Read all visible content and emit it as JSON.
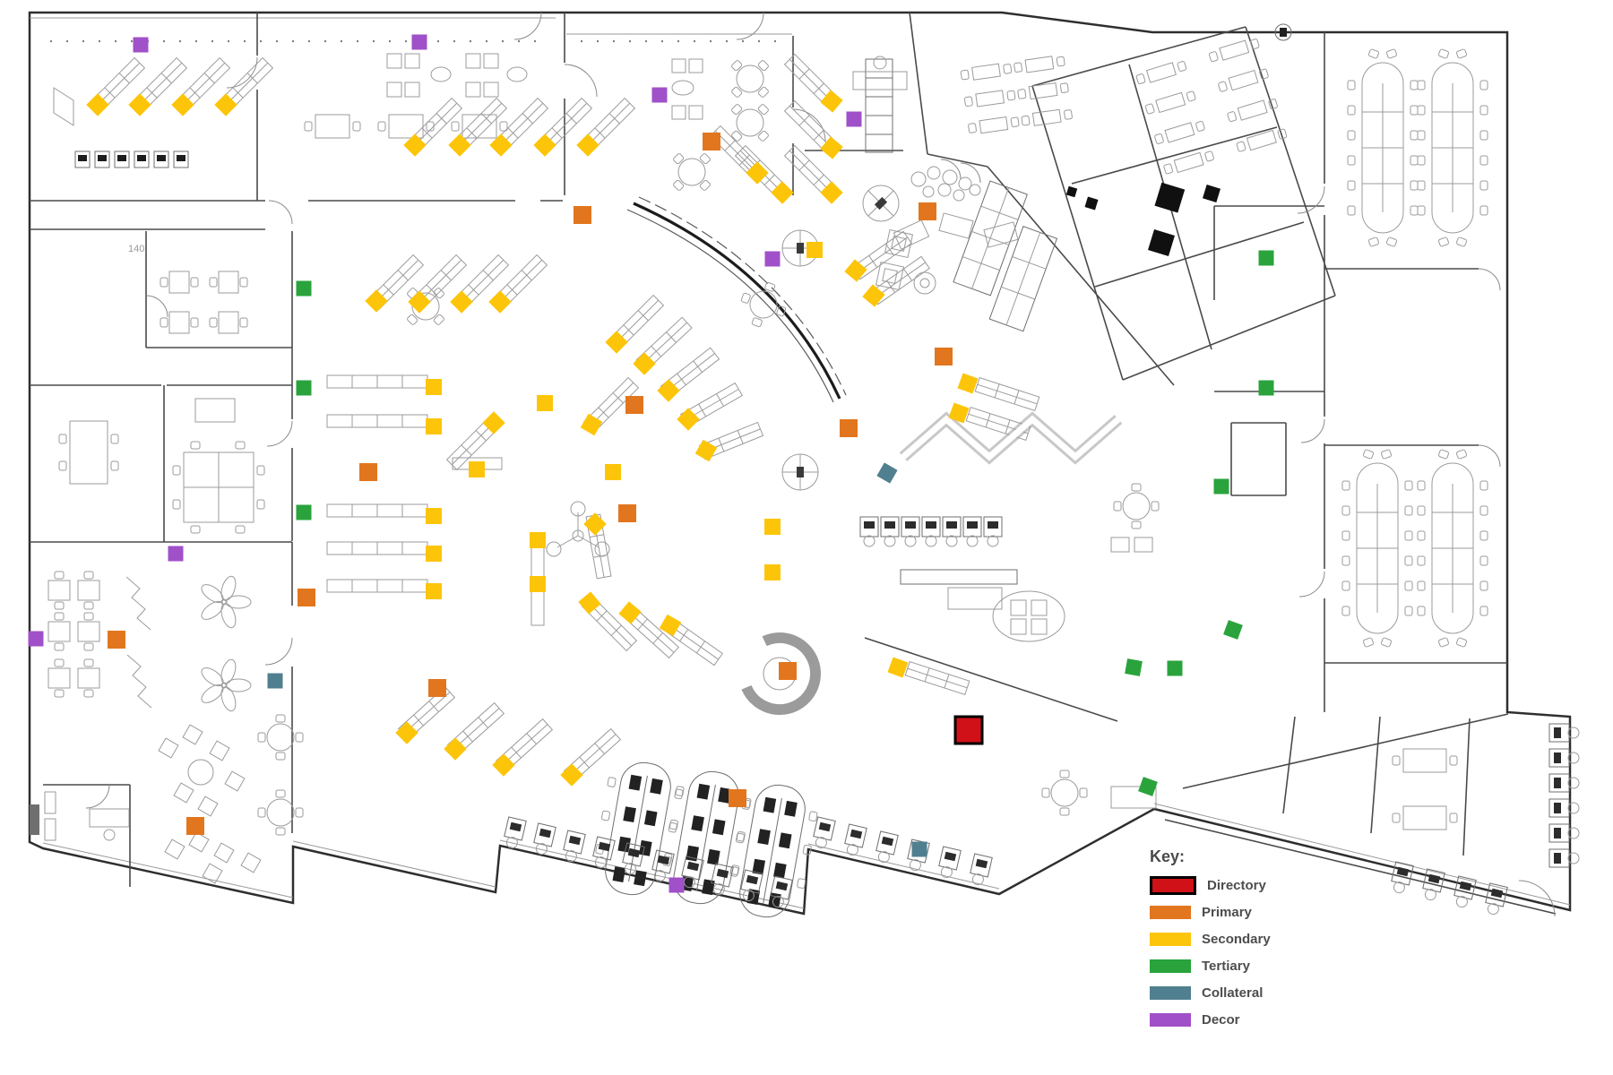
{
  "legend": {
    "title": "Key:",
    "entries": [
      {
        "id": "directory",
        "label": "Directory",
        "color": "#d01117",
        "border": "#000000"
      },
      {
        "id": "primary",
        "label": "Primary",
        "color": "#e2761e"
      },
      {
        "id": "secondary",
        "label": "Secondary",
        "color": "#fdc50a"
      },
      {
        "id": "tertiary",
        "label": "Tertiary",
        "color": "#2aa33c"
      },
      {
        "id": "collateral",
        "label": "Collateral",
        "color": "#50808f"
      },
      {
        "id": "decor",
        "label": "Decor",
        "color": "#a050c8"
      }
    ]
  },
  "room_label": {
    "text": "140"
  },
  "marker_styles": {
    "directory": {
      "color": "#d01117",
      "size": 30,
      "border": "#000000",
      "borderWidth": 3
    },
    "primary": {
      "color": "#e2761e",
      "size": 20
    },
    "secondary": {
      "color": "#fdc50a",
      "size": 18
    },
    "tertiary": {
      "color": "#2aa33c",
      "size": 17
    },
    "collateral": {
      "color": "#50808f",
      "size": 17
    },
    "decor": {
      "color": "#a050c8",
      "size": 17
    }
  },
  "markers": [
    [
      "decor",
      157,
      50,
      0
    ],
    [
      "decor",
      468,
      47,
      0
    ],
    [
      "decor",
      736,
      106,
      0
    ],
    [
      "decor",
      953,
      133,
      0
    ],
    [
      "decor",
      862,
      289,
      0
    ],
    [
      "decor",
      196,
      618,
      0
    ],
    [
      "decor",
      40,
      713,
      0
    ],
    [
      "decor",
      755,
      988,
      0
    ],
    [
      "primary",
      794,
      158,
      0
    ],
    [
      "primary",
      650,
      240,
      0
    ],
    [
      "primary",
      1035,
      236,
      0
    ],
    [
      "primary",
      1053,
      398,
      0
    ],
    [
      "primary",
      708,
      452,
      0
    ],
    [
      "primary",
      947,
      478,
      0
    ],
    [
      "primary",
      411,
      527,
      0
    ],
    [
      "primary",
      700,
      573,
      0
    ],
    [
      "primary",
      342,
      667,
      0
    ],
    [
      "primary",
      130,
      714,
      0
    ],
    [
      "primary",
      488,
      768,
      0
    ],
    [
      "primary",
      879,
      749,
      0
    ],
    [
      "primary",
      823,
      891,
      0
    ],
    [
      "primary",
      218,
      922,
      0
    ],
    [
      "secondary",
      909,
      279,
      0
    ],
    [
      "secondary",
      484,
      432,
      0
    ],
    [
      "secondary",
      484,
      476,
      0
    ],
    [
      "secondary",
      532,
      524,
      0
    ],
    [
      "secondary",
      484,
      576,
      0
    ],
    [
      "secondary",
      484,
      618,
      0
    ],
    [
      "secondary",
      484,
      660,
      0
    ],
    [
      "secondary",
      608,
      450,
      0
    ],
    [
      "secondary",
      684,
      527,
      0
    ],
    [
      "secondary",
      600,
      603,
      0
    ],
    [
      "secondary",
      600,
      652,
      0
    ],
    [
      "secondary",
      862,
      588,
      0
    ],
    [
      "secondary",
      862,
      639,
      0
    ],
    [
      "secondary",
      1080,
      428,
      20
    ],
    [
      "secondary",
      1070,
      461,
      20
    ],
    [
      "secondary",
      1002,
      745,
      20
    ],
    [
      "secondary",
      109,
      117,
      45
    ],
    [
      "secondary",
      156,
      117,
      45
    ],
    [
      "secondary",
      204,
      117,
      45
    ],
    [
      "secondary",
      252,
      117,
      45
    ],
    [
      "secondary",
      463,
      162,
      45
    ],
    [
      "secondary",
      513,
      162,
      45
    ],
    [
      "secondary",
      559,
      162,
      45
    ],
    [
      "secondary",
      608,
      162,
      45
    ],
    [
      "secondary",
      656,
      162,
      45
    ],
    [
      "secondary",
      420,
      336,
      45
    ],
    [
      "secondary",
      468,
      337,
      45
    ],
    [
      "secondary",
      515,
      337,
      45
    ],
    [
      "secondary",
      558,
      337,
      45
    ],
    [
      "secondary",
      928,
      113,
      40
    ],
    [
      "secondary",
      928,
      165,
      40
    ],
    [
      "secondary",
      845,
      193,
      45
    ],
    [
      "secondary",
      873,
      215,
      45
    ],
    [
      "secondary",
      928,
      215,
      45
    ],
    [
      "secondary",
      955,
      302,
      40
    ],
    [
      "secondary",
      975,
      330,
      40
    ],
    [
      "secondary",
      688,
      382,
      45
    ],
    [
      "secondary",
      719,
      406,
      45
    ],
    [
      "secondary",
      746,
      436,
      45
    ],
    [
      "secondary",
      768,
      468,
      45
    ],
    [
      "secondary",
      788,
      503,
      30
    ],
    [
      "secondary",
      660,
      474,
      30
    ],
    [
      "secondary",
      551,
      472,
      45
    ],
    [
      "secondary",
      664,
      585,
      45
    ],
    [
      "secondary",
      658,
      673,
      50
    ],
    [
      "secondary",
      703,
      684,
      40
    ],
    [
      "secondary",
      748,
      698,
      30
    ],
    [
      "secondary",
      454,
      818,
      45
    ],
    [
      "secondary",
      508,
      836,
      45
    ],
    [
      "secondary",
      562,
      854,
      45
    ],
    [
      "secondary",
      638,
      865,
      45
    ],
    [
      "tertiary",
      339,
      322,
      0
    ],
    [
      "tertiary",
      339,
      433,
      0
    ],
    [
      "tertiary",
      339,
      572,
      0
    ],
    [
      "tertiary",
      1413,
      288,
      0
    ],
    [
      "tertiary",
      1413,
      433,
      0
    ],
    [
      "tertiary",
      1363,
      543,
      0
    ],
    [
      "tertiary",
      1376,
      703,
      20
    ],
    [
      "tertiary",
      1265,
      745,
      10
    ],
    [
      "tertiary",
      1311,
      746,
      0
    ],
    [
      "tertiary",
      1281,
      878,
      20
    ],
    [
      "collateral",
      307,
      760,
      0
    ],
    [
      "collateral",
      990,
      528,
      30
    ],
    [
      "collateral",
      1026,
      948,
      0
    ],
    [
      "directory",
      1081,
      815,
      0
    ]
  ]
}
